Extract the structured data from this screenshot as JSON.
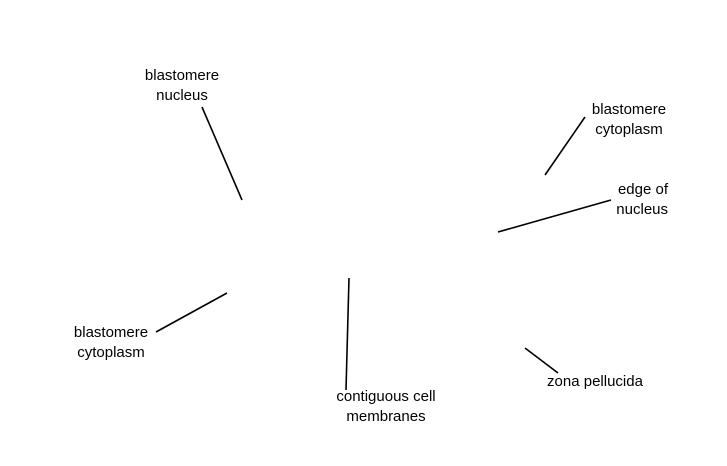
{
  "labels": {
    "blastomere_nucleus": [
      "blastomere",
      "nucleus"
    ],
    "blastomere_cytoplasm_right": [
      "blastomere",
      "cytoplasm"
    ],
    "edge_of_nucleus": [
      "edge of",
      "nucleus"
    ],
    "blastomere_cytoplasm_left": [
      "blastomere",
      "cytoplasm"
    ],
    "contiguous_cell_membranes": [
      "contiguous cell",
      "membranes"
    ],
    "zona_pellucida": [
      "zona pellucida"
    ]
  },
  "colors": {
    "line": "#000000",
    "text": "#000000",
    "background": "#ffffff"
  }
}
